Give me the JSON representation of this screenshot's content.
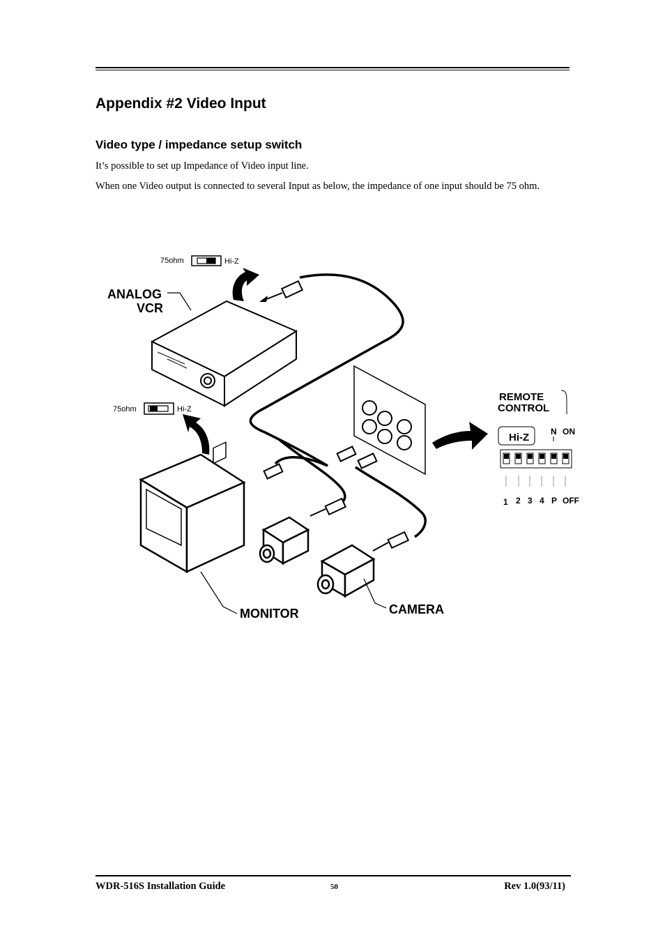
{
  "heading": "Appendix #2  Video Input",
  "subheading": "Video type / impedance setup switch",
  "paragraph1": "It’s possible to set up Impedance of Video input line.",
  "paragraph2": "When one Video output is connected to several Input as below, the impedance of one input should be 75 ohm.",
  "diagram": {
    "vcr_switch_left": "75ohm",
    "vcr_switch_right": "Hi-Z",
    "monitor_switch_left": "75ohm",
    "monitor_switch_right": "Hi-Z",
    "label_analog": "ANALOG",
    "label_vcr": "VCR",
    "label_monitor": "MONITOR",
    "label_camera": "CAMERA",
    "remote_line1": "REMOTE",
    "remote_line2": "CONTROL",
    "hiz_label": "Hi-Z",
    "dip_n": "N",
    "dip_on": "ON",
    "dip_numbers": [
      "1",
      "2",
      "3",
      "4",
      "P",
      "OFF"
    ]
  },
  "footer": {
    "left": "WDR-516S  Installation  Guide",
    "page": "50",
    "right": "Rev  1.0(93/11)"
  }
}
